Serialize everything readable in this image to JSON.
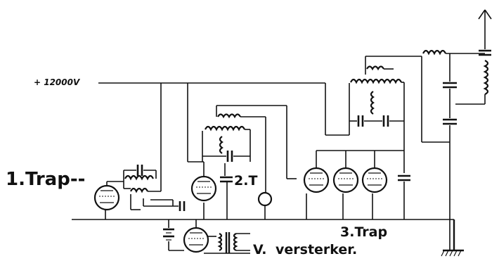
{
  "labels": {
    "voltage": "+ 12000V",
    "stage1": "1.Trap--",
    "stage2": "2.T",
    "stage3": "3.Trap",
    "amplifier_prefix": "V.",
    "amplifier_word": "versterker."
  }
}
